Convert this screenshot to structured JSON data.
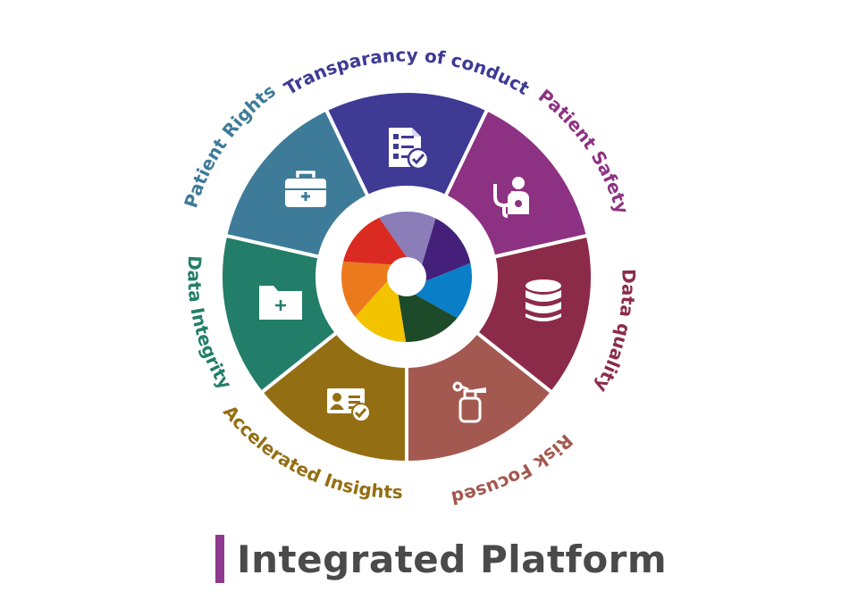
{
  "title": "Integrated Platform",
  "accent_color": "#8e3a8f",
  "segments": [
    {
      "label": "Transparancy of conduct",
      "color": "#3f3a94",
      "icon": "checklist-document-icon"
    },
    {
      "label": "Patient Safety",
      "color": "#8d3183",
      "icon": "doctor-stethoscope-icon"
    },
    {
      "label": "Data quality",
      "color": "#8c2b49",
      "icon": "database-icon"
    },
    {
      "label": "Risk Focused",
      "color": "#a3594f",
      "icon": "fire-extinguisher-icon"
    },
    {
      "label": "Accelerated Insights",
      "color": "#946e12",
      "icon": "id-card-check-icon"
    },
    {
      "label": "Data Integrity",
      "color": "#227e68",
      "icon": "folder-plus-icon"
    },
    {
      "label": "Patient Rights",
      "color": "#3e7b98",
      "icon": "medical-kit-icon"
    }
  ],
  "center_logo": {
    "icon": "aperture-logo-icon",
    "colors": [
      "#8a7db8",
      "#44207a",
      "#0a7ec7",
      "#1d4a28",
      "#f4c300",
      "#ec7a1c",
      "#db2a22"
    ]
  }
}
